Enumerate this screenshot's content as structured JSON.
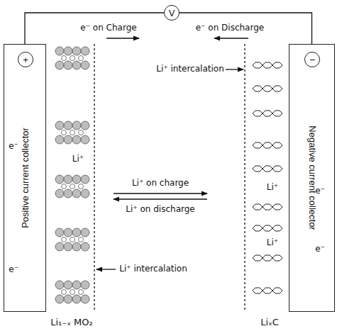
{
  "diagram": {
    "nodes": [
      {
        "text": [
          "V"
        ]
      },
      {
        "text": [
          "Positive current collector"
        ]
      },
      {
        "text": [
          "+"
        ],
        "in": 1
      },
      {
        "text": [
          "Negative current collector"
        ]
      },
      {
        "text": [
          "−"
        ],
        "in": 3
      }
    ],
    "edges": [
      {
        "from": 0,
        "to": 1,
        "arrow": "none"
      },
      {
        "from": 0,
        "to": 3,
        "arrow": "none"
      }
    ],
    "labels": [
      "e⁻ on Charge",
      "e⁻ on Discharge",
      "Li⁺ intercalation",
      "Li⁺ on charge",
      "Li⁺ on discharge",
      "Li⁺",
      "Li⁺",
      "Li⁺",
      "Li⁺ intercalation",
      "e⁻",
      "e⁻",
      "e⁻",
      "e⁻",
      "Li₁₋ₓ MO₂",
      "LiₓC"
    ]
  }
}
